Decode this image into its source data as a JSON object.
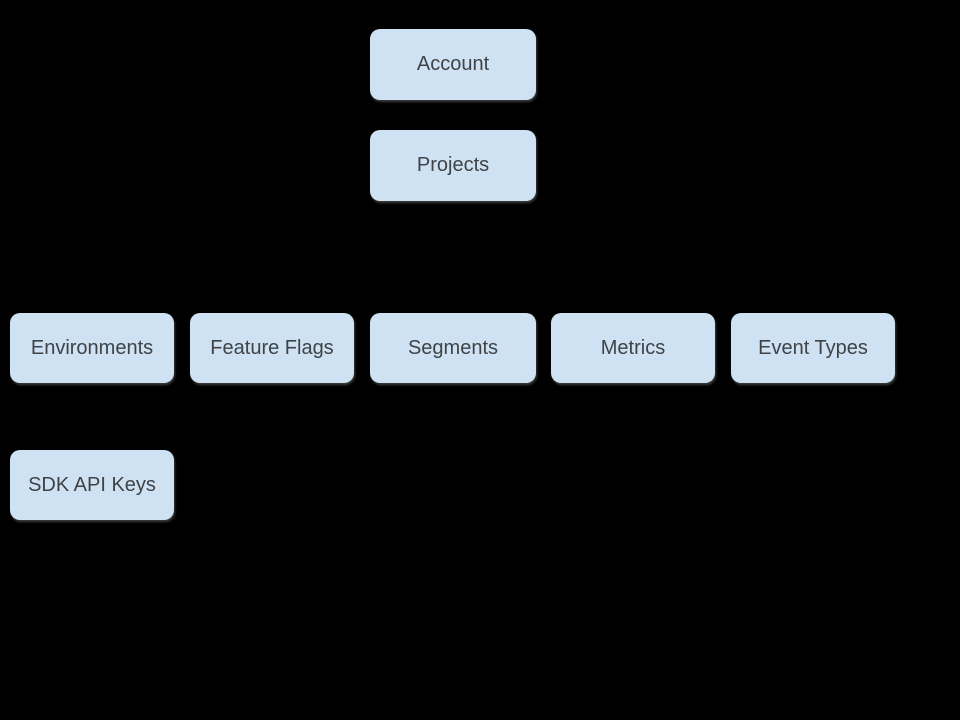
{
  "diagram": {
    "nodes": {
      "account": {
        "label": "Account"
      },
      "projects": {
        "label": "Projects"
      },
      "environments": {
        "label": "Environments"
      },
      "feature_flags": {
        "label": "Feature Flags"
      },
      "segments": {
        "label": "Segments"
      },
      "metrics": {
        "label": "Metrics"
      },
      "event_types": {
        "label": "Event Types"
      },
      "sdk_api_keys": {
        "label": "SDK API Keys"
      }
    },
    "colors": {
      "background": "#000000",
      "node_fill": "#cfe2f3",
      "node_text": "#3f4347"
    }
  }
}
